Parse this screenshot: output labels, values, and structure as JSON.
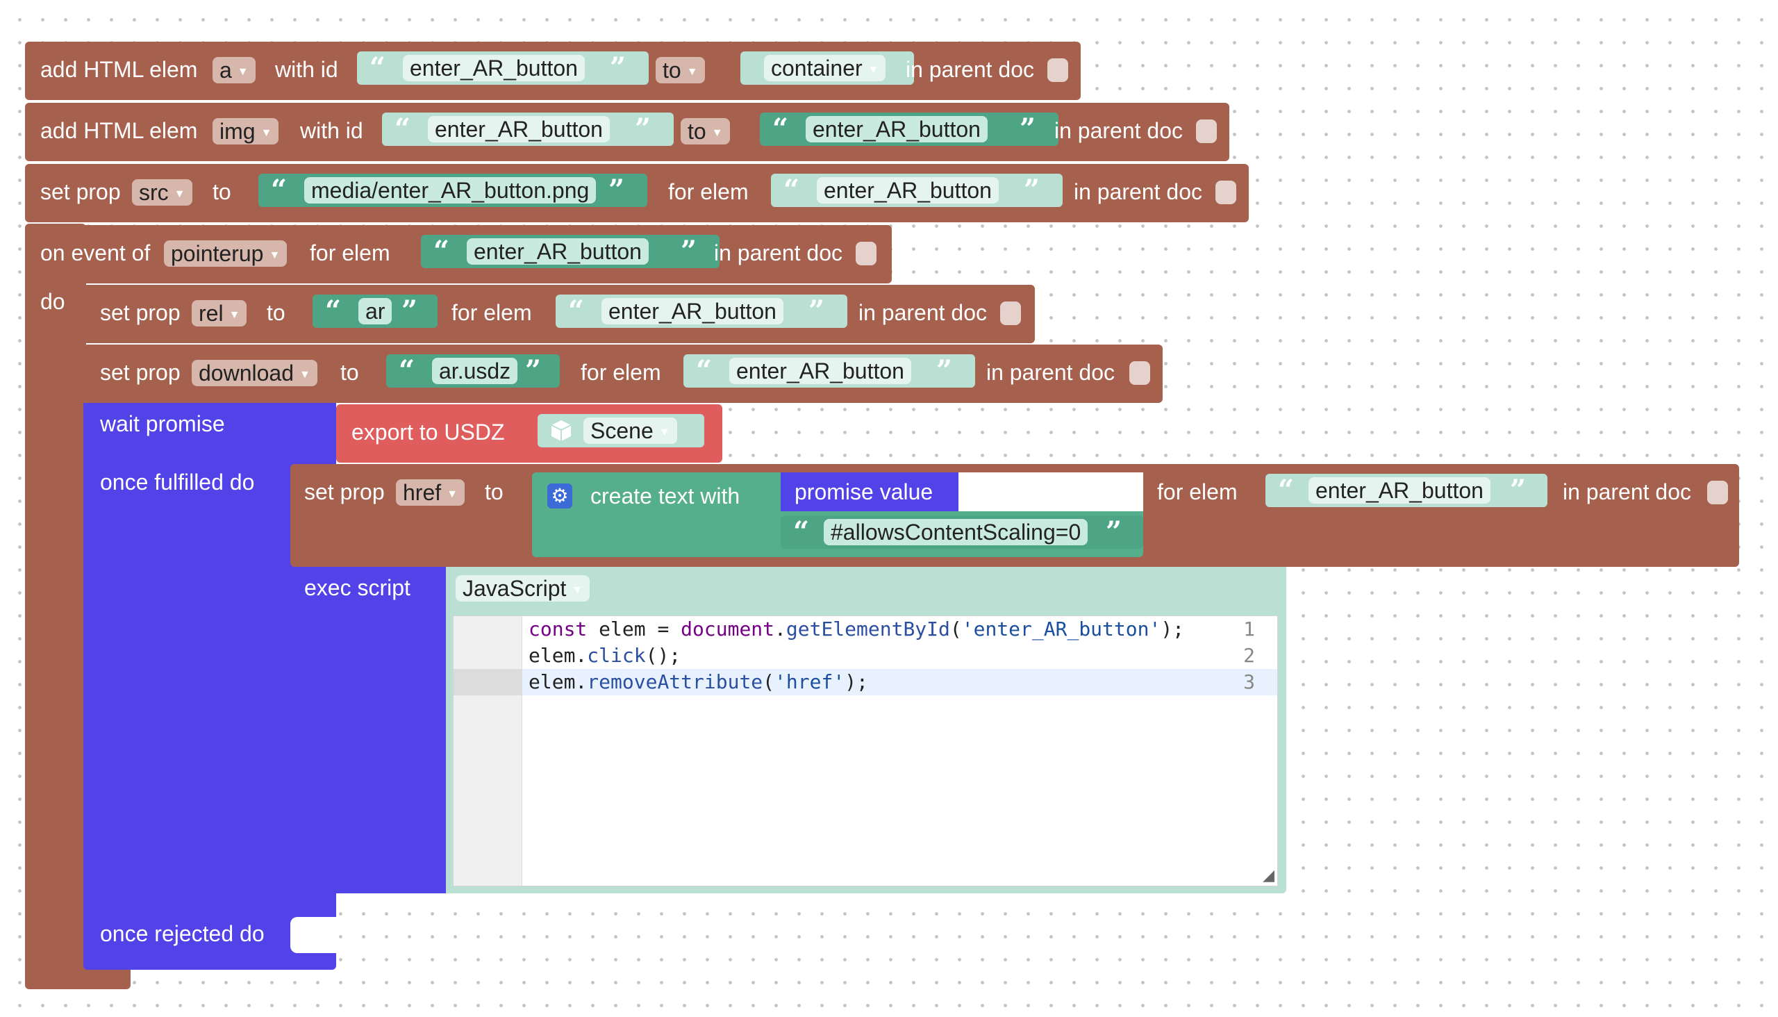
{
  "row1": {
    "label_add": "add HTML elem",
    "elem_type": "a",
    "label_with_id": "with id",
    "id": "enter_AR_button",
    "label_to": "to",
    "target": "container",
    "label_parent": "in parent doc"
  },
  "row2": {
    "label_add": "add HTML elem",
    "elem_type": "img",
    "label_with_id": "with id",
    "id": "enter_AR_button",
    "label_to": "to",
    "target": "enter_AR_button",
    "label_parent": "in parent doc"
  },
  "row3": {
    "label_set": "set prop",
    "prop": "src",
    "label_to": "to",
    "value": "media/enter_AR_button.png",
    "label_for": "for elem",
    "elem": "enter_AR_button",
    "label_parent": "in parent doc"
  },
  "row4": {
    "label_on": "on event of",
    "event": "pointerup",
    "label_for": "for elem",
    "elem": "enter_AR_button",
    "label_parent": "in parent doc",
    "label_do": "do"
  },
  "row5": {
    "label_set": "set prop",
    "prop": "rel",
    "label_to": "to",
    "value": "ar",
    "label_for": "for elem",
    "elem": "enter_AR_button",
    "label_parent": "in parent doc"
  },
  "row6": {
    "label_set": "set prop",
    "prop": "download",
    "label_to": "to",
    "value": "ar.usdz",
    "label_for": "for elem",
    "elem": "enter_AR_button",
    "label_parent": "in parent doc"
  },
  "promise": {
    "label_wait": "wait promise",
    "export_label": "export to USDZ",
    "scene": "Scene",
    "label_fulfilled": "once fulfilled do",
    "label_rejected": "once rejected do"
  },
  "row7": {
    "label_set": "set prop",
    "prop": "href",
    "label_to": "to",
    "create_text": "create text with",
    "promise_value": "promise value",
    "text2": "#allowsContentScaling=0",
    "label_for": "for elem",
    "elem": "enter_AR_button",
    "label_parent": "in parent doc"
  },
  "script": {
    "label": "exec script",
    "language": "JavaScript",
    "line_numbers": [
      "1",
      "2",
      "3"
    ],
    "lines": [
      "const elem = document.getElementById('enter_AR_button');",
      "elem.click();",
      "elem.removeAttribute('href');"
    ]
  },
  "colors": {
    "brown": "#a5604e",
    "purple": "#5243e8",
    "red": "#e05d5d",
    "green": "#55ae8c",
    "light_green": "#b9e0d3"
  }
}
